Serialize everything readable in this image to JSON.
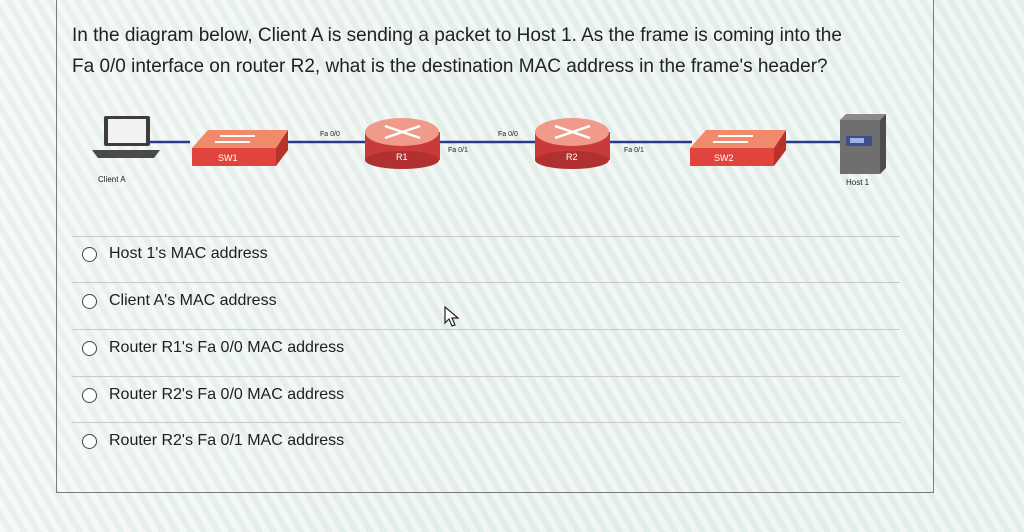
{
  "question": {
    "line1": "In the diagram below, Client A is sending a packet to Host 1. As the frame is coming into the",
    "line2": "Fa 0/0 interface on router R2, what is the destination MAC address in the frame's header?"
  },
  "diagram": {
    "client_label": "Client A",
    "host_label": "Host 1",
    "sw1_label": "SW1",
    "sw2_label": "SW2",
    "r1_label": "R1",
    "r2_label": "R2",
    "r1_fa00": "Fa 0/0",
    "r1_fa01": "Fa 0/1",
    "r2_fa00": "Fa 0/0",
    "r2_fa01": "Fa 0/1"
  },
  "options": [
    "Host 1's MAC address",
    "Client A's MAC address",
    "Router R1's Fa 0/0 MAC address",
    "Router R2's Fa 0/0 MAC address",
    "Router R2's Fa 0/1 MAC address"
  ]
}
